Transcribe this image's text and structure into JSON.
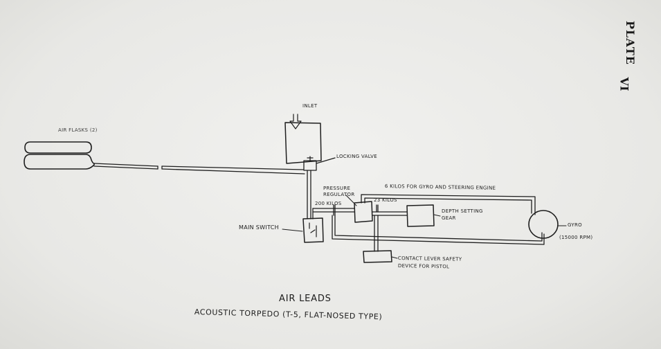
{
  "plate": {
    "label": "PLATE",
    "number": "VI"
  },
  "labels": {
    "inlet": "INLET",
    "air_flasks": "AIR FLASKS (2)",
    "locking_valve": "LOCKING VALVE",
    "pressure_regulator_1": "PRESSURE",
    "pressure_regulator_2": "REGULATOR",
    "pressure_200": "200 KILOS",
    "pressure_6": "6 KILOS FOR GYRO AND STEERING ENGINE",
    "pressure_23": "23 KILOS",
    "depth_gear_1": "DEPTH SETTING",
    "depth_gear_2": "GEAR",
    "main_switch": "MAIN SWITCH",
    "gyro": "GYRO",
    "gyro_rpm": "(15000 RPM)",
    "contact_lever_1": "CONTACT LEVER SAFETY",
    "contact_lever_2": "DEVICE FOR PISTOL"
  },
  "title": {
    "line1": "AIR LEADS",
    "line2": "ACOUSTIC TORPEDO (T-5, FLAT-NOSED TYPE)"
  }
}
